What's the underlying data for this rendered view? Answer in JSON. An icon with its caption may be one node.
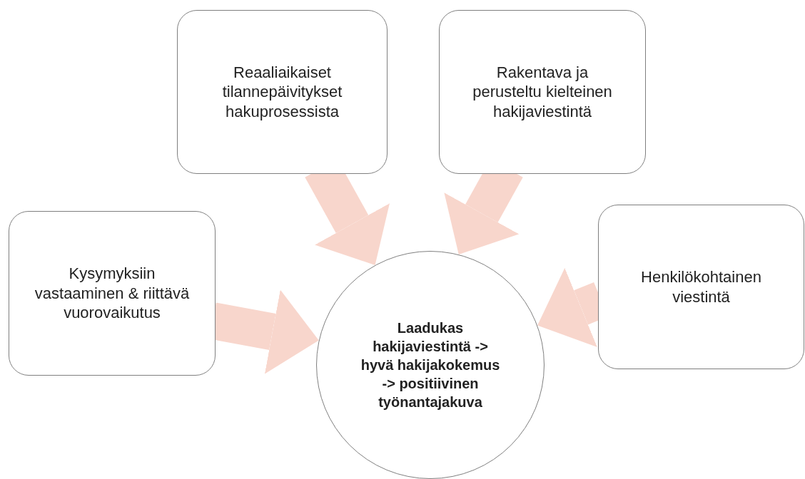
{
  "diagram": {
    "nodes": [
      {
        "text": [
          "Reaaliaikaiset tilannepäivitykset hakuprosessista"
        ]
      },
      {
        "text": [
          "Rakentava ja perusteltu kielteinen hakijaviestintä"
        ]
      },
      {
        "text": [
          "Kysymyksiin vastaaminen & riittävä vuorovaikutus"
        ]
      },
      {
        "text": [
          "Henkilökohtainen viestintä"
        ]
      },
      {
        "text": [
          "Laadukas hakijaviestintä -> hyvä hakijakokemus -> positiivinen työnantajakuva"
        ]
      }
    ],
    "edges": [
      {
        "from": 0,
        "to": 4,
        "arrow": "to"
      },
      {
        "from": 1,
        "to": 4,
        "arrow": "to"
      },
      {
        "from": 2,
        "to": 4,
        "arrow": "to"
      },
      {
        "from": 3,
        "to": 4,
        "arrow": "to"
      }
    ]
  }
}
